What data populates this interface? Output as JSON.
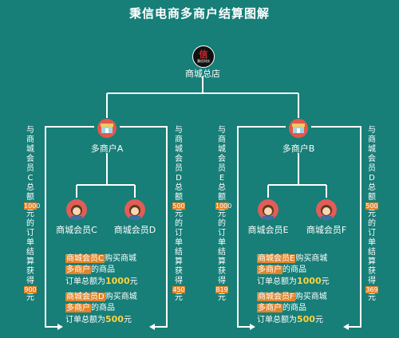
{
  "title": "秉信电商多商户结算图解",
  "logo": {
    "mark": "信",
    "sub": "秉信科技"
  },
  "root": {
    "label": "商城总店"
  },
  "merchants": [
    {
      "label": "多商户A",
      "members": [
        "商城会员C",
        "商城会员D"
      ],
      "left_note": {
        "pre": [
          "与",
          "商",
          "城",
          "会",
          "员",
          "C",
          "总",
          "额"
        ],
        "amount": "1000",
        "post": [
          "元",
          "的",
          "订",
          "单",
          "结",
          "算",
          "获",
          "得"
        ],
        "result": "900",
        "tail": "元"
      },
      "right_note": {
        "pre": [
          "与",
          "商",
          "城",
          "会",
          "员",
          "D",
          "总",
          "额"
        ],
        "amount": "500",
        "post": [
          "元",
          "的",
          "订",
          "单",
          "结",
          "算",
          "获",
          "得"
        ],
        "result": "450",
        "tail": "元"
      },
      "orders": [
        {
          "member": "商城会员C",
          "action": "购买商城",
          "goods": "多商户",
          "goods_suffix": "的商品",
          "total_label": "订单总额为",
          "amount": "1000",
          "unit": "元"
        },
        {
          "member": "商城会员D",
          "action": "购买商城",
          "goods": "多商户",
          "goods_suffix": "的商品",
          "total_label": "订单总额为",
          "amount": "500",
          "unit": "元"
        }
      ]
    },
    {
      "label": "多商户B",
      "members": [
        "商城会员E",
        "商城会员F"
      ],
      "left_note": {
        "pre": [
          "与",
          "商",
          "城",
          "会",
          "员",
          "E",
          "总",
          "额"
        ],
        "amount": "1000",
        "post": [
          "元",
          "的",
          "订",
          "单",
          "结",
          "算",
          "获",
          "得"
        ],
        "result": "819",
        "tail": "元"
      },
      "right_note": {
        "pre": [
          "与",
          "商",
          "城",
          "会",
          "员",
          "D",
          "总",
          "额"
        ],
        "amount": "500",
        "post": [
          "元",
          "的",
          "订",
          "单",
          "结",
          "算",
          "获",
          "得"
        ],
        "result": "369",
        "tail": "元"
      },
      "orders": [
        {
          "member": "商城会员E",
          "action": "购买商城",
          "goods": "多商户",
          "goods_suffix": "的商品",
          "total_label": "订单总额为",
          "amount": "1000",
          "unit": "元"
        },
        {
          "member": "商城会员F",
          "action": "购买商城",
          "goods": "多商户",
          "goods_suffix": "的商品",
          "total_label": "订单总额为",
          "amount": "500",
          "unit": "元"
        }
      ]
    }
  ],
  "colors": {
    "background": "#177e78",
    "accent": "#e0852c",
    "amount": "#ffd23c",
    "icon": "#e2584b"
  }
}
